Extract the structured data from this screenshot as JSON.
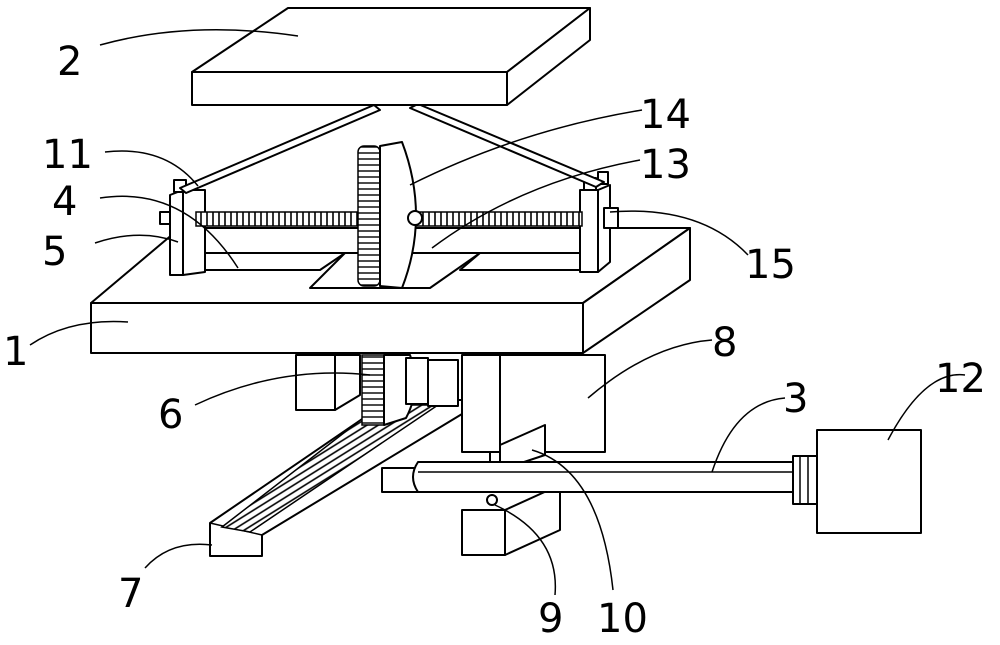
{
  "callouts": [
    {
      "id": "c1",
      "text": "1"
    },
    {
      "id": "c2",
      "text": "2"
    },
    {
      "id": "c3",
      "text": "3"
    },
    {
      "id": "c4",
      "text": "4"
    },
    {
      "id": "c5",
      "text": "5"
    },
    {
      "id": "c6",
      "text": "6"
    },
    {
      "id": "c7",
      "text": "7"
    },
    {
      "id": "c8",
      "text": "8"
    },
    {
      "id": "c9",
      "text": "9"
    },
    {
      "id": "c10",
      "text": "10"
    },
    {
      "id": "c11",
      "text": "11"
    },
    {
      "id": "c12",
      "text": "12"
    },
    {
      "id": "c13",
      "text": "13"
    },
    {
      "id": "c14",
      "text": "14"
    },
    {
      "id": "c15",
      "text": "15"
    }
  ],
  "colors": {
    "line": "#000000",
    "fill": "#ffffff"
  }
}
